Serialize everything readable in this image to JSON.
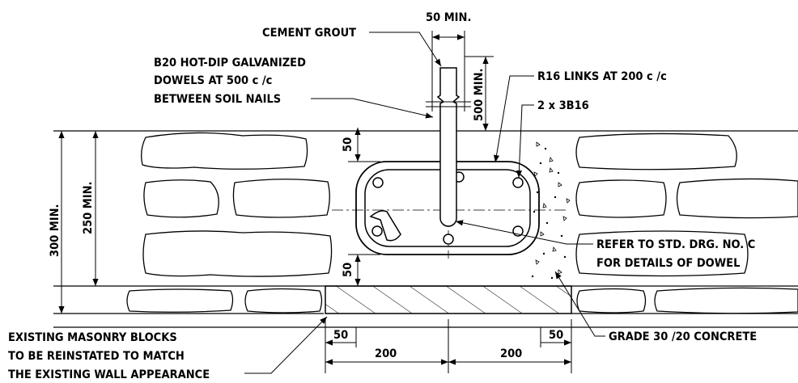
{
  "labels": {
    "cement_grout": "CEMENT GROUT",
    "dowel_line1": "B20 HOT-DIP GALVANIZED",
    "dowel_line2": "DOWELS AT 500 c /c",
    "dowel_line3": "BETWEEN SOIL NAILS",
    "links": "R16 LINKS AT 200 c /c",
    "bars": "2 x 3B16",
    "refer_line1": "REFER TO STD. DRG. NO. C",
    "refer_line2": "FOR DETAILS OF DOWEL",
    "concrete": "GRADE 30 /20 CONCRETE",
    "masonry_line1": "EXISTING MASONRY BLOCKS",
    "masonry_line2": "TO BE REINSTATED TO MATCH",
    "masonry_line3": "THE EXISTING WALL APPEARANCE"
  },
  "dimensions": {
    "dowel_width": "50 MIN.",
    "dowel_embed": "500 MIN.",
    "cover_top": "50",
    "cover_bottom": "50",
    "overall_height": "300 MIN.",
    "inner_height": "250 MIN.",
    "base_left_cover": "50",
    "base_left_width": "200",
    "base_right_width": "200",
    "base_right_cover": "50"
  }
}
